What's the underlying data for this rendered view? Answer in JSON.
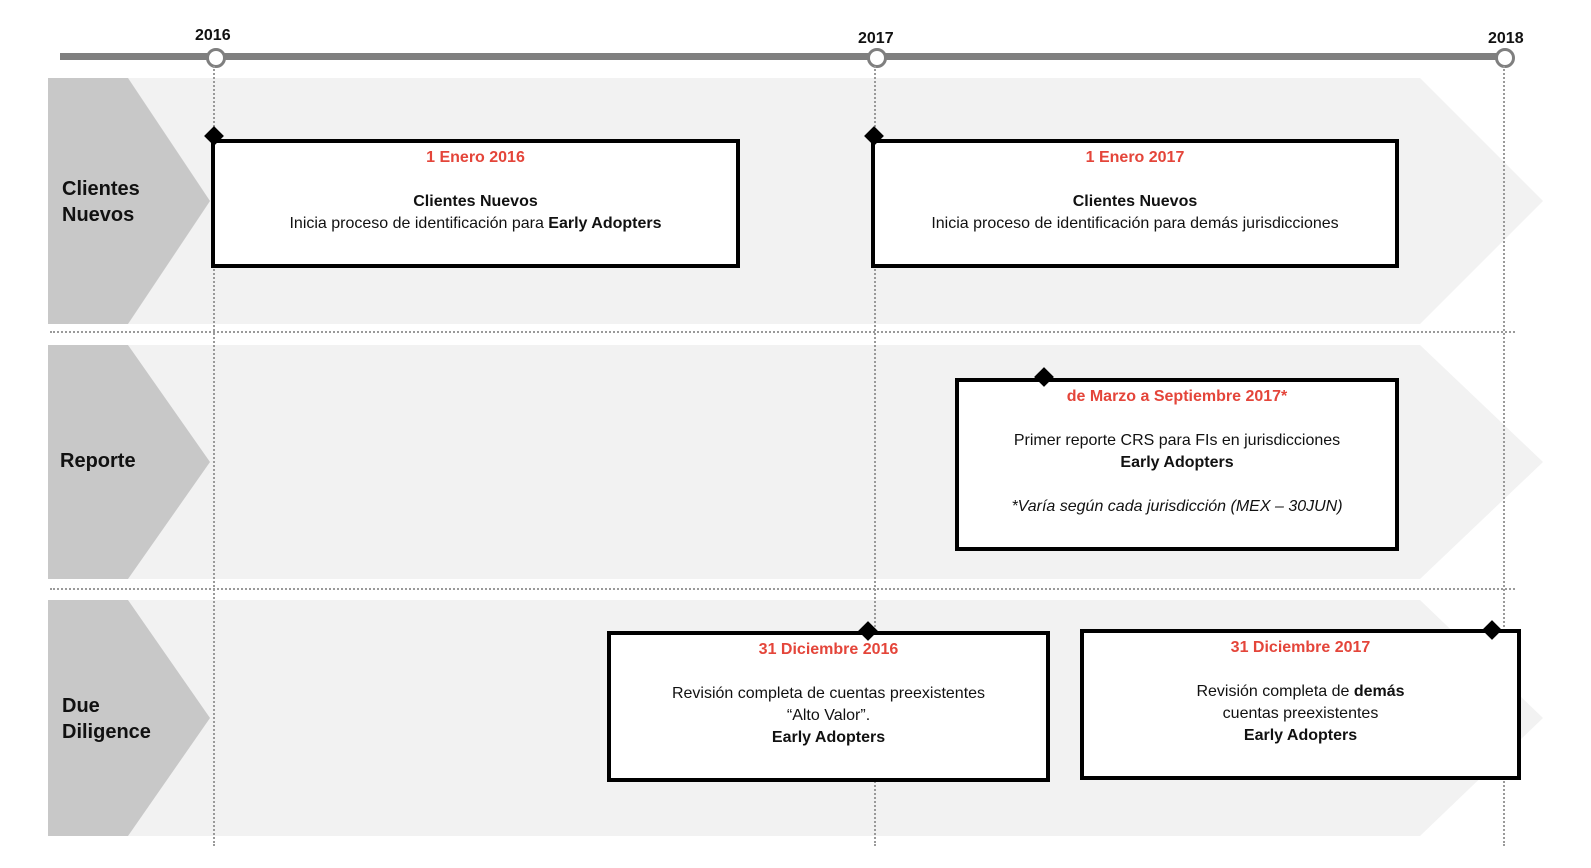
{
  "timeline": {
    "years": [
      "2016",
      "2017",
      "2018"
    ]
  },
  "rows": [
    {
      "label_line1": "Clientes",
      "label_line2": "Nuevos"
    },
    {
      "label_line1": "Reporte",
      "label_line2": ""
    },
    {
      "label_line1": "Due",
      "label_line2": "Diligence"
    }
  ],
  "events": [
    {
      "date": "1 Enero 2016",
      "title": "Clientes Nuevos",
      "line_prefix": "Inicia proceso de identificación para",
      "line_bold": "Early Adopters"
    },
    {
      "date": "1 Enero 2017",
      "title": "Clientes Nuevos",
      "line": "Inicia proceso de identificación para demás jurisdicciones"
    },
    {
      "date": "de Marzo a Septiembre 2017*",
      "line1": "Primer reporte CRS para FIs en jurisdicciones",
      "line2_bold": "Early Adopters",
      "note": "*Varía según cada jurisdicción (MEX – 30JUN)"
    },
    {
      "date": "31 Diciembre 2016",
      "line1": "Revisión completa de cuentas preexistentes",
      "line2": "“Alto Valor”.",
      "line3_bold": "Early Adopters"
    },
    {
      "date": "31 Diciembre 2017",
      "line1_prefix": "Revisión completa de",
      "line1_bold": "demás",
      "line2": "cuentas preexistentes",
      "line3_bold": "Early Adopters"
    }
  ],
  "colors": {
    "date_red": "#e4453a",
    "timeline_gray": "#7f7f7f",
    "chevron_gray": "#c8c8c8",
    "band_light": "#f2f2f2"
  }
}
